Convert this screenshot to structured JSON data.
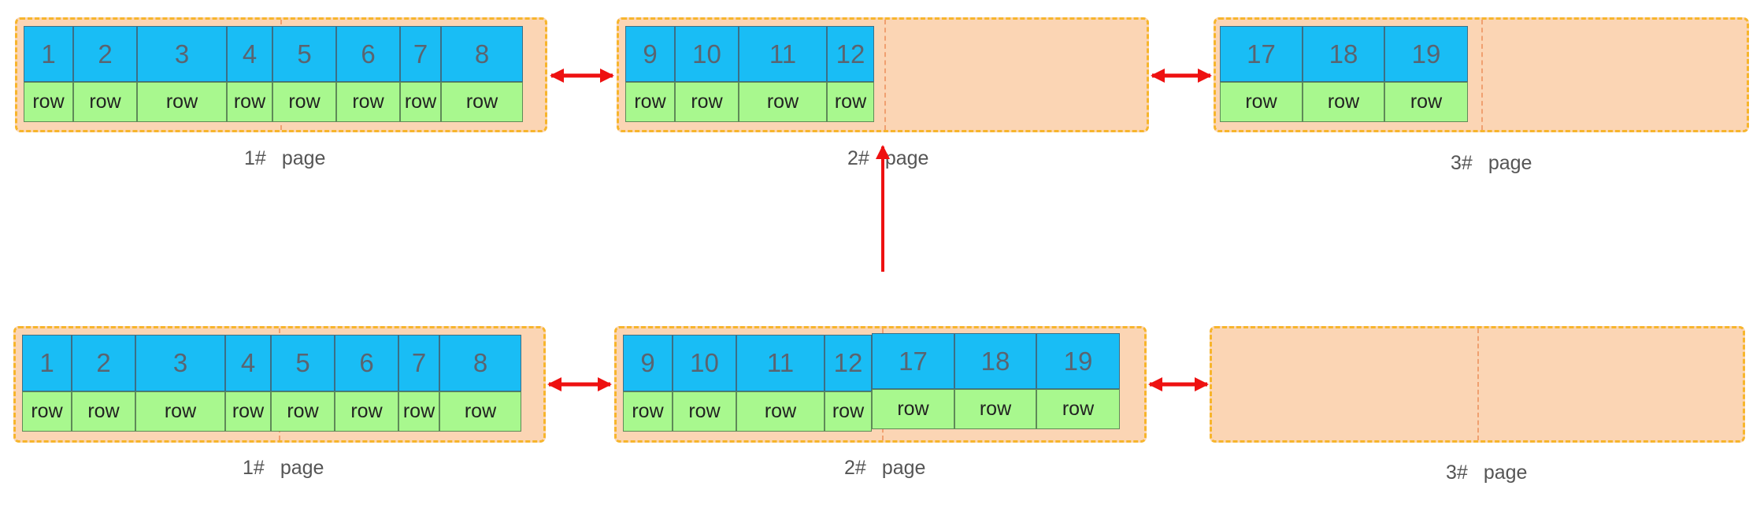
{
  "row_label": "row",
  "colors": {
    "page_fill": "#fbd5b4",
    "page_border": "#f7b52c",
    "key_cell": "#19bdf5",
    "row_cell": "#a8f88e",
    "arrow": "#ee1111"
  },
  "top": {
    "pages": [
      {
        "label_num": "1#",
        "label_word": "page",
        "keys": [
          "1",
          "2",
          "3",
          "4",
          "5",
          "6",
          "7",
          "8"
        ]
      },
      {
        "label_num": "2#",
        "label_word": "page",
        "keys": [
          "9",
          "10",
          "11",
          "12"
        ]
      },
      {
        "label_num": "3#",
        "label_word": "page",
        "keys": [
          "17",
          "18",
          "19"
        ]
      }
    ]
  },
  "bottom": {
    "pages": [
      {
        "label_num": "1#",
        "label_word": "page",
        "keys": [
          "1",
          "2",
          "3",
          "4",
          "5",
          "6",
          "7",
          "8"
        ]
      },
      {
        "label_num": "2#",
        "label_word": "page",
        "keys": [
          "9",
          "10",
          "11",
          "12",
          "17",
          "18",
          "19"
        ]
      },
      {
        "label_num": "3#",
        "label_word": "page",
        "keys": []
      }
    ]
  }
}
